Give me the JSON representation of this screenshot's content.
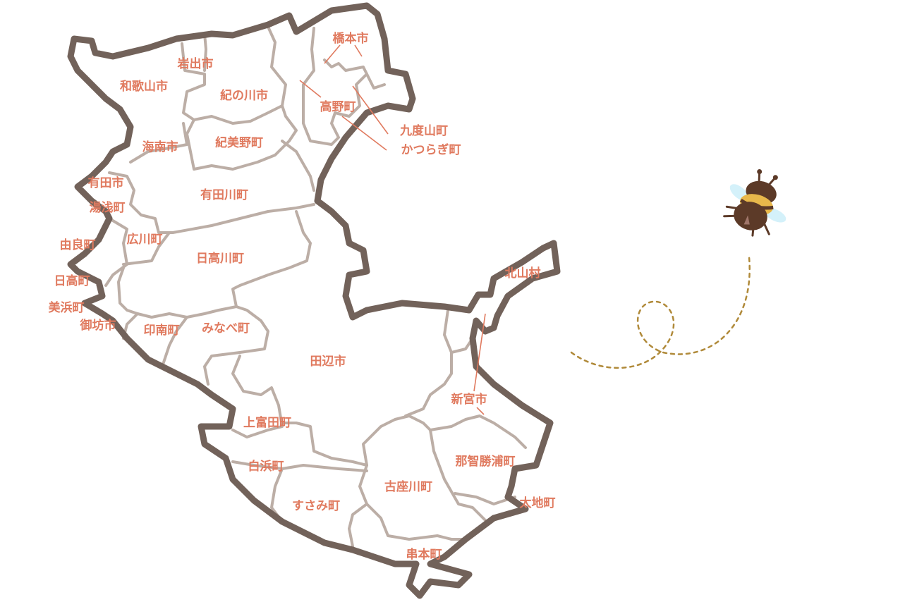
{
  "map": {
    "colors": {
      "outline": "#72625a",
      "border": "#bcaea6",
      "label": "#e07a5f",
      "leader": "#e07a5f",
      "trail": "#b08a3a"
    },
    "municipalities": [
      {
        "id": "hashimoto",
        "name": "橋本市"
      },
      {
        "id": "iwade",
        "name": "岩出市"
      },
      {
        "id": "wakayama",
        "name": "和歌山市"
      },
      {
        "id": "kinokawa",
        "name": "紀の川市"
      },
      {
        "id": "koya",
        "name": "高野町"
      },
      {
        "id": "kudoyama",
        "name": "九度山町"
      },
      {
        "id": "katsuragi",
        "name": "かつらぎ町"
      },
      {
        "id": "kainan",
        "name": "海南市"
      },
      {
        "id": "kimino",
        "name": "紀美野町"
      },
      {
        "id": "arida",
        "name": "有田市"
      },
      {
        "id": "aridagawa",
        "name": "有田川町"
      },
      {
        "id": "yuasa",
        "name": "湯浅町"
      },
      {
        "id": "hirogawa",
        "name": "広川町"
      },
      {
        "id": "yura",
        "name": "由良町"
      },
      {
        "id": "hidakagawa",
        "name": "日高川町"
      },
      {
        "id": "hidaka",
        "name": "日高町"
      },
      {
        "id": "mihama",
        "name": "美浜町"
      },
      {
        "id": "gobo",
        "name": "御坊市"
      },
      {
        "id": "inami",
        "name": "印南町"
      },
      {
        "id": "minabe",
        "name": "みなべ町"
      },
      {
        "id": "kitayama",
        "name": "北山村"
      },
      {
        "id": "tanabe",
        "name": "田辺市"
      },
      {
        "id": "shingu",
        "name": "新宮市"
      },
      {
        "id": "kamitonda",
        "name": "上富田町"
      },
      {
        "id": "shirahama",
        "name": "白浜町"
      },
      {
        "id": "nachikatsuura",
        "name": "那智勝浦町"
      },
      {
        "id": "kozagawa",
        "name": "古座川町"
      },
      {
        "id": "taiji",
        "name": "太地町"
      },
      {
        "id": "susami",
        "name": "すさみ町"
      },
      {
        "id": "kushimoto",
        "name": "串本町"
      }
    ]
  },
  "decoration": {
    "icon": "bee-icon"
  }
}
